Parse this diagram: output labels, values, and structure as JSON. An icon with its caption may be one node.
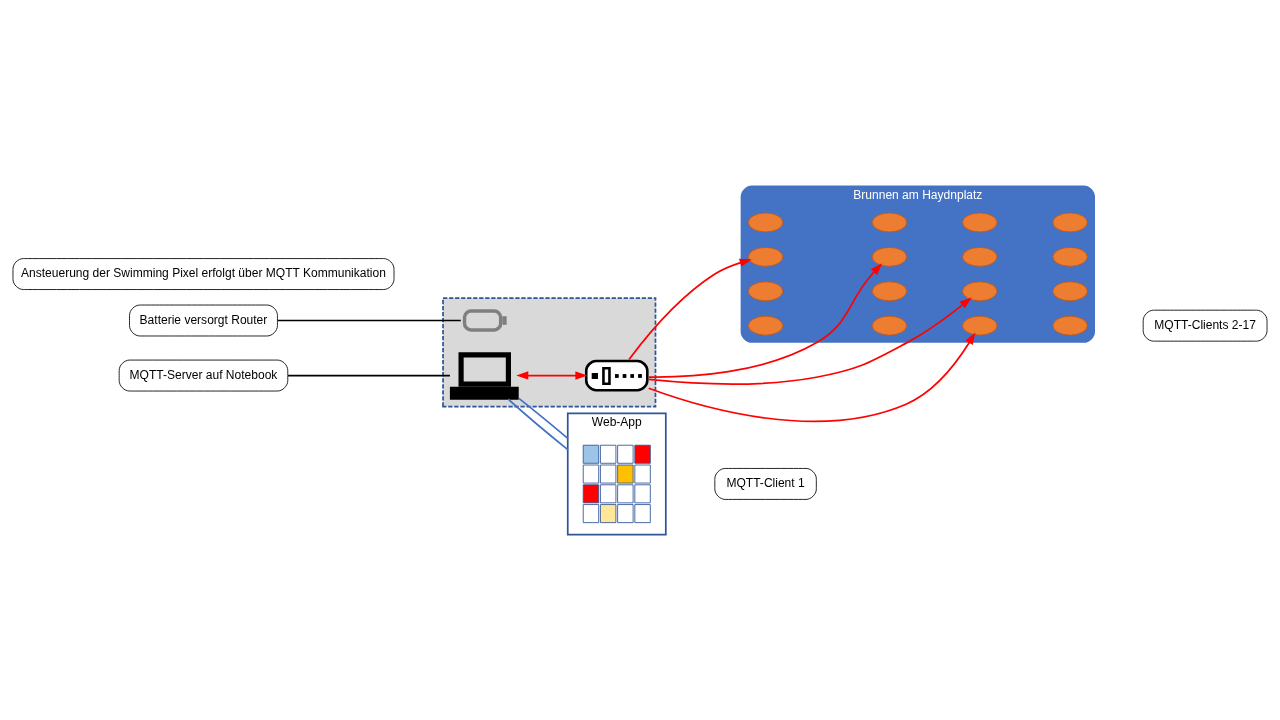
{
  "diagram": {
    "nodes": [
      {
        "text": [
          "Batterie versorgt Router"
        ]
      },
      {
        "text": [
          "MQTT-Server auf Notebook"
        ]
      },
      {
        "text": [],
        "shape": "box"
      },
      {
        "text": [],
        "shape": "battery",
        "in": 2
      },
      {
        "text": [],
        "shape": "router",
        "in": 2
      },
      {
        "text": [],
        "shape": "laptop",
        "in": 2
      },
      {
        "text": [
          "Ansteuerung der Swimming Pixel erfolgt über MQTT Kommunikation"
        ]
      },
      {
        "text": [],
        "shape": "ellipse",
        "beside": [
          "Brunnen am Haydnplatz"
        ]
      },
      {
        "text": [],
        "shape": "ellipse",
        "in": 7
      },
      {
        "text": [],
        "shape": "ellipse",
        "in": 7
      },
      {
        "text": [],
        "shape": "ellipse",
        "in": 7
      },
      {
        "text": [],
        "shape": "ellipse",
        "in": 7
      },
      {
        "text": [],
        "shape": "ellipse",
        "in": 7
      },
      {
        "text": [],
        "shape": "ellipse",
        "in": 7
      },
      {
        "text": [],
        "shape": "ellipse",
        "in": 7
      },
      {
        "text": [],
        "shape": "ellipse",
        "in": 7
      },
      {
        "text": [],
        "shape": "ellipse",
        "in": 7
      },
      {
        "text": [],
        "shape": "ellipse",
        "in": 7
      },
      {
        "text": [],
        "shape": "ellipse",
        "in": 7
      },
      {
        "text": [],
        "shape": "ellipse",
        "in": 7
      },
      {
        "text": [],
        "shape": "ellipse",
        "in": 7
      },
      {
        "text": [],
        "shape": "ellipse",
        "in": 7
      },
      {
        "text": [],
        "shape": "ellipse",
        "in": 7
      },
      {
        "text": [],
        "shape": "ellipse",
        "in": 7
      },
      {
        "text": [
          "MQTT-Clients 2-17"
        ]
      },
      {
        "text": [
          "Web-App"
        ]
      },
      {
        "text": [],
        "shape": "grid",
        "in": 25
      },
      {
        "text": [
          "MQTT-Client 1"
        ]
      }
    ],
    "edges": [
      {
        "from": 0,
        "to": 3,
        "arrow": "none",
        "color": "#000000"
      },
      {
        "from": 1,
        "to": 5,
        "arrow": "none",
        "color": "#000000"
      },
      {
        "from": 5,
        "to": 4,
        "arrow": "both"
      },
      {
        "from": 4,
        "to": 8,
        "arrow": "to"
      },
      {
        "from": 4,
        "to": 9,
        "arrow": "to"
      },
      {
        "from": 4,
        "to": 18,
        "arrow": "to"
      },
      {
        "from": 4,
        "to": 22,
        "arrow": "to"
      },
      {
        "from": 5,
        "to": 25,
        "arrow": "none",
        "color": "#4472c4"
      },
      {
        "from": 5,
        "to": 25,
        "arrow": "none",
        "color": "#4472c4"
      }
    ]
  }
}
